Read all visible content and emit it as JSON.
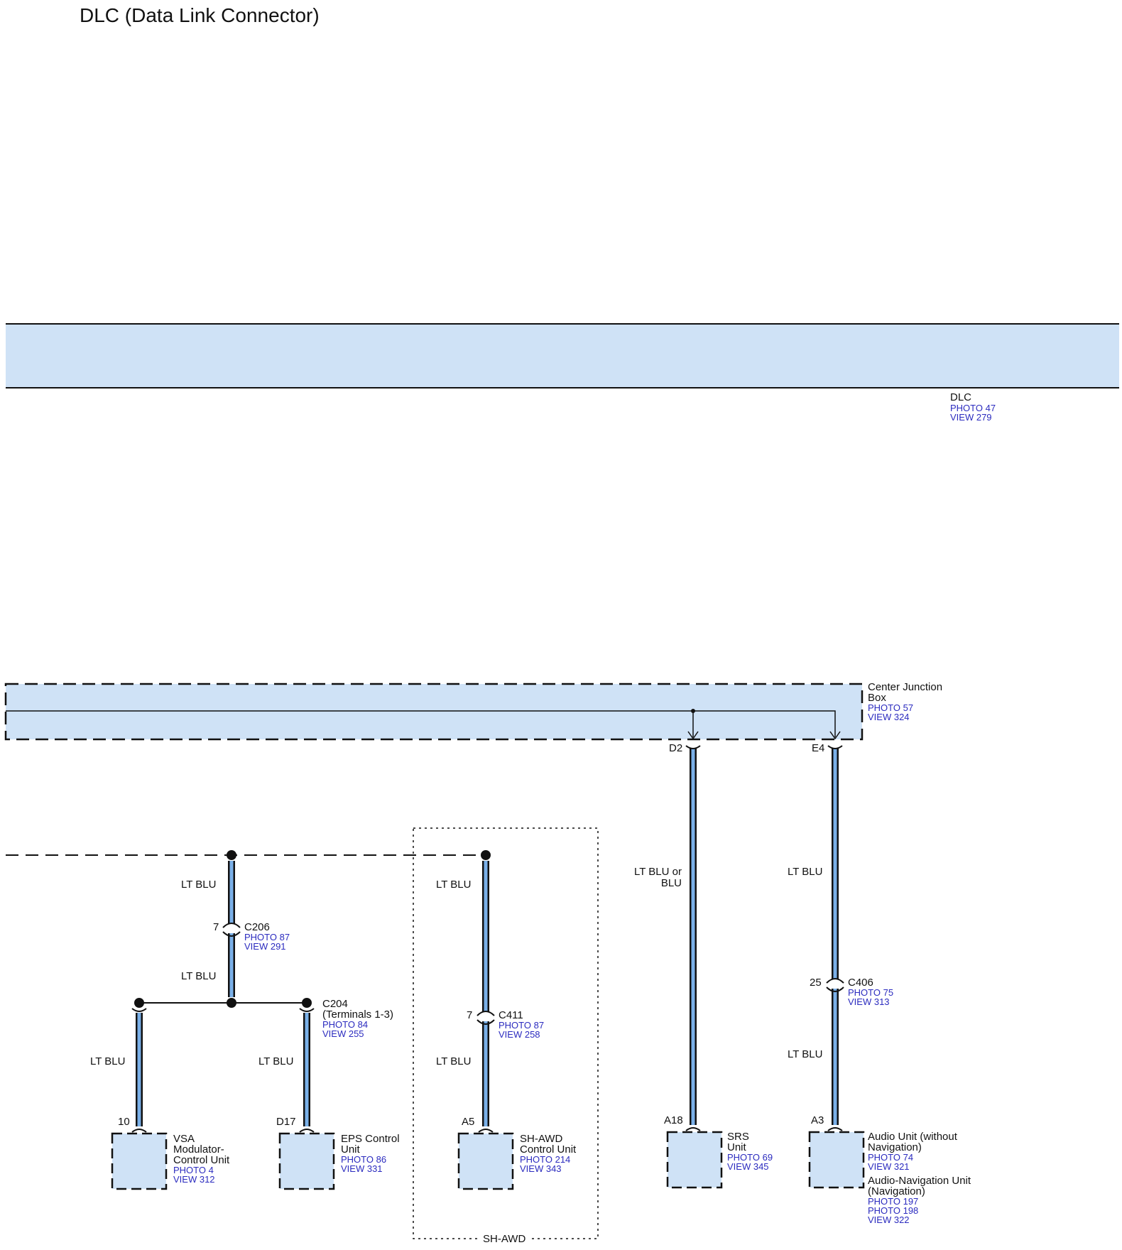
{
  "page": {
    "title": "DLC (Data Link Connector)"
  },
  "colors": {
    "fill": "#cfe2f6",
    "wire": "#7ab0e8",
    "stroke": "#111111",
    "link": "#2b2bbf"
  },
  "dlc": {
    "name": "DLC",
    "photo": "PHOTO 47",
    "view": "VIEW 279"
  },
  "junction_box": {
    "name_line1": "Center Junction",
    "name_line2": "Box",
    "photo": "PHOTO 57",
    "view": "VIEW 324"
  },
  "pins": {
    "d2": "D2",
    "e4": "E4",
    "c206": "7",
    "c411": "7",
    "c406": "25",
    "vsa": "10",
    "eps": "D17",
    "shawd": "A5",
    "srs": "A18",
    "audio": "A3"
  },
  "wires": {
    "w1": "LT BLU",
    "w2": "LT BLU",
    "w3": "LT BLU",
    "w4": "LT BLU",
    "w5": "LT BLU",
    "w6": "LT BLU",
    "w7": "LT BLU",
    "w8": "LT BLU",
    "srs_line1": "LT BLU or",
    "srs_line2": "BLU"
  },
  "connectors": {
    "c206": {
      "name": "C206",
      "photo": "PHOTO 87",
      "view": "VIEW 291"
    },
    "c204": {
      "name": "C204",
      "note": "(Terminals 1-3)",
      "photo": "PHOTO 84",
      "view": "VIEW 255"
    },
    "c411": {
      "name": "C411",
      "photo": "PHOTO 87",
      "view": "VIEW 258"
    },
    "c406": {
      "name": "C406",
      "photo": "PHOTO 75",
      "view": "VIEW 313"
    }
  },
  "units": {
    "vsa": {
      "line1": "VSA",
      "line2": "Modulator-",
      "line3": "Control Unit",
      "photo": "PHOTO 4",
      "view": "VIEW 312"
    },
    "eps": {
      "line1": "EPS Control",
      "line2": "Unit",
      "photo": "PHOTO 86",
      "view": "VIEW 331"
    },
    "shawd": {
      "line1": "SH-AWD",
      "line2": "Control Unit",
      "photo": "PHOTO 214",
      "view": "VIEW 343"
    },
    "srs": {
      "line1": "SRS",
      "line2": "Unit",
      "photo": "PHOTO 69",
      "view": "VIEW 345"
    },
    "audio": {
      "line1": "Audio Unit (without",
      "line2": "Navigation)",
      "photo": "PHOTO 74",
      "view": "VIEW 321",
      "alt_line1": "Audio-Navigation Unit",
      "alt_line2": "(Navigation)",
      "alt_photo1": "PHOTO 197",
      "alt_photo2": "PHOTO 198",
      "alt_view": "VIEW 322"
    }
  },
  "shawd_box_label": "SH-AWD"
}
